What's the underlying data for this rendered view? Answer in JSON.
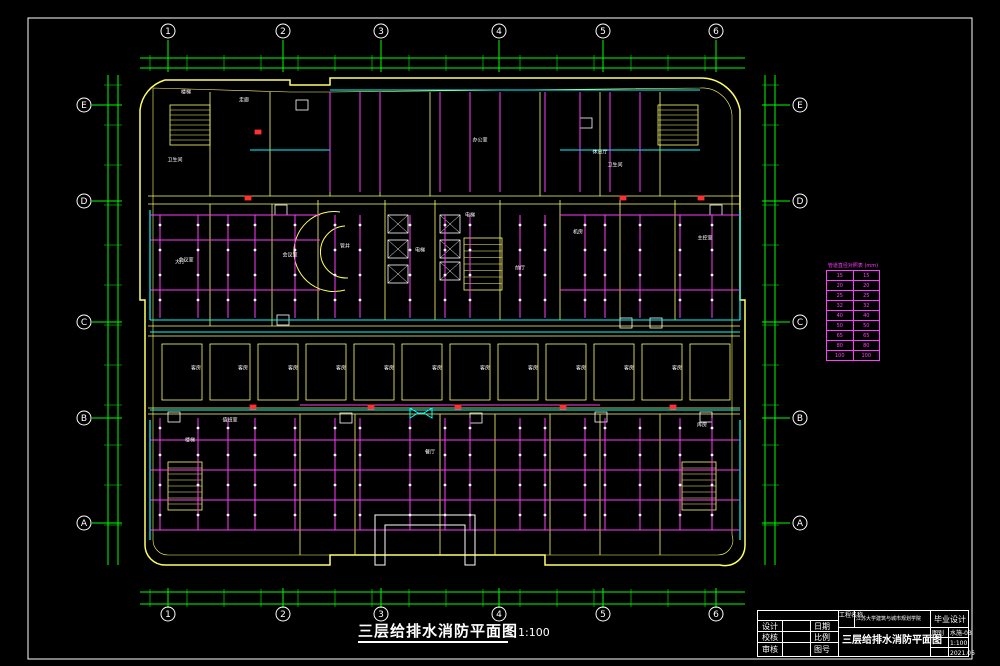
{
  "drawing": {
    "title": "三层给排水消防平面图",
    "scale_suffix": "1:100",
    "grid_columns": [
      "1",
      "2",
      "3",
      "4",
      "5",
      "6"
    ],
    "grid_rows": [
      "E",
      "D",
      "C",
      "B",
      "A"
    ],
    "colors": {
      "background": "#000000",
      "walls": "#ffff66",
      "dimension_lines": "#00ff00",
      "water_pipes": "#ff3cff",
      "drain_pipes": "#00ffff",
      "text": "#ffffff"
    }
  },
  "legend": {
    "title": "管道直径对照表 (mm)",
    "rows": [
      [
        "15",
        "15"
      ],
      [
        "20",
        "20"
      ],
      [
        "25",
        "25"
      ],
      [
        "32",
        "32"
      ],
      [
        "40",
        "40"
      ],
      [
        "50",
        "50"
      ],
      [
        "65",
        "65"
      ],
      [
        "80",
        "80"
      ],
      [
        "100",
        "100"
      ]
    ]
  },
  "rooms": [
    "楼梯",
    "走廊",
    "大厅",
    "会议室",
    "办公室",
    "客房",
    "客房",
    "客房",
    "客房",
    "客房",
    "客房",
    "客房",
    "客房",
    "客房",
    "客房",
    "客房",
    "卫生间",
    "卫生间",
    "电梯",
    "电梯",
    "前厅",
    "餐厅",
    "休息厅",
    "机房",
    "主控室",
    "值班室",
    "库房",
    "楼梯",
    "会议室",
    "管井"
  ],
  "title_block": {
    "school": "江苏大学建筑与城市规划学院",
    "design": "毕业设计",
    "drawing_name": "三层给排水消防平面图",
    "labels": [
      "设计",
      "校核",
      "审核",
      "日期",
      "比例",
      "图号"
    ],
    "values": [
      "",
      "",
      "",
      "2021.06",
      "1:100",
      "水施-03"
    ],
    "headers": [
      "工程名称",
      "图别"
    ]
  }
}
